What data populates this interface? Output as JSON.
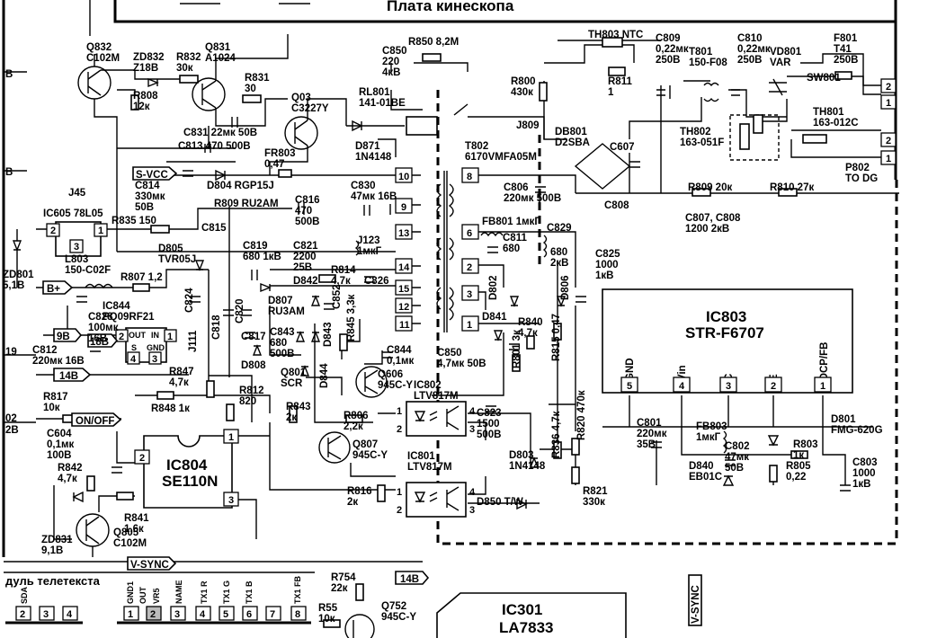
{
  "title_fragment": "Плата кинескопа",
  "teletext_module": "дуль телетекста",
  "ics": {
    "ic803": {
      "name": "IC803",
      "part": "STR-F6707",
      "pins": [
        {
          "n": "5",
          "name": "GND"
        },
        {
          "n": "4",
          "name": "Vin"
        },
        {
          "n": "3",
          "name": "C"
        },
        {
          "n": "2",
          "name": "E"
        },
        {
          "n": "1",
          "name": "OCP/FB"
        }
      ]
    },
    "ic804": {
      "name": "IC804",
      "part": "SE110N"
    },
    "ic301": {
      "name": "IC301",
      "part": "LA7833"
    }
  },
  "labels": [
    {
      "id": "q832",
      "lines": [
        "Q832",
        "C102M"
      ]
    },
    {
      "id": "zd832",
      "lines": [
        "ZD832",
        "Z18B"
      ]
    },
    {
      "id": "r832",
      "lines": [
        "R832",
        "30к"
      ]
    },
    {
      "id": "q831",
      "lines": [
        "Q831",
        "A1024"
      ]
    },
    {
      "id": "r831",
      "lines": [
        "R831",
        "30"
      ]
    },
    {
      "id": "r808",
      "lines": [
        "R808",
        "12к"
      ]
    },
    {
      "id": "q03",
      "lines": [
        "Q03",
        "C3227Y"
      ]
    },
    {
      "id": "c850",
      "lines": [
        "C850",
        "220",
        "4кВ"
      ]
    },
    {
      "id": "r850",
      "lines": [
        "R850 8,2М"
      ]
    },
    {
      "id": "rl801",
      "lines": [
        "RL801",
        "141-01BE"
      ]
    },
    {
      "id": "th803",
      "lines": [
        "TH803 NTC"
      ]
    },
    {
      "id": "r800",
      "lines": [
        "R800",
        "430к"
      ]
    },
    {
      "id": "r811",
      "lines": [
        "R811",
        "1"
      ]
    },
    {
      "id": "c809",
      "lines": [
        "C809",
        "0,22мк",
        "250В"
      ]
    },
    {
      "id": "t801",
      "lines": [
        "T801",
        "150-F08"
      ]
    },
    {
      "id": "c810",
      "lines": [
        "C810",
        "0,22мк",
        "250В"
      ]
    },
    {
      "id": "vd801",
      "lines": [
        "VD801",
        "VAR"
      ]
    },
    {
      "id": "sw801",
      "lines": [
        "SW801"
      ]
    },
    {
      "id": "f801",
      "lines": [
        "F801",
        "T41",
        "250В"
      ]
    },
    {
      "id": "th801",
      "lines": [
        "TH801",
        "163-012C"
      ]
    },
    {
      "id": "j809",
      "lines": [
        "J809"
      ]
    },
    {
      "id": "db801",
      "lines": [
        "DB801",
        "D2SBA"
      ]
    },
    {
      "id": "th802",
      "lines": [
        "TH802",
        "163-051F"
      ]
    },
    {
      "id": "c607",
      "lines": [
        "C607"
      ]
    },
    {
      "id": "p802",
      "lines": [
        "P802",
        "TO DG"
      ]
    },
    {
      "id": "c831",
      "lines": [
        "C831 22мк 50В"
      ]
    },
    {
      "id": "c813",
      "lines": [
        "C813 470 500В"
      ]
    },
    {
      "id": "fr803",
      "lines": [
        "FR803",
        "0,47"
      ]
    },
    {
      "id": "d871",
      "lines": [
        "D871",
        "1N4148"
      ]
    },
    {
      "id": "t802",
      "lines": [
        "T802",
        "6170VMFA05M"
      ]
    },
    {
      "id": "svcc",
      "lines": [
        "S-VCC"
      ]
    },
    {
      "id": "c814",
      "lines": [
        "C814",
        "330мк",
        "50В"
      ]
    },
    {
      "id": "d804",
      "lines": [
        "D804 RGP15J"
      ]
    },
    {
      "id": "r809",
      "lines": [
        "R809 RU2AM"
      ]
    },
    {
      "id": "c816",
      "lines": [
        "C816",
        "470",
        "500В"
      ]
    },
    {
      "id": "c830",
      "lines": [
        "C830",
        "47мк 16В"
      ]
    },
    {
      "id": "c806",
      "lines": [
        "C806",
        "220мк 500В"
      ]
    },
    {
      "id": "c808",
      "lines": [
        "C808"
      ]
    },
    {
      "id": "r809b",
      "lines": [
        "R809 20к"
      ]
    },
    {
      "id": "r810",
      "lines": [
        "R810 27к"
      ]
    },
    {
      "id": "c807",
      "lines": [
        "C807, C808",
        "1200 2кВ"
      ]
    },
    {
      "id": "j45",
      "lines": [
        "J45"
      ]
    },
    {
      "id": "ic605",
      "lines": [
        "IC605 78L05"
      ]
    },
    {
      "id": "r835",
      "lines": [
        "R835 150"
      ]
    },
    {
      "id": "c815",
      "lines": [
        "C815"
      ]
    },
    {
      "id": "fb801",
      "lines": [
        "FB801 1мкГ"
      ]
    },
    {
      "id": "c829",
      "lines": [
        "C829"
      ]
    },
    {
      "id": "c811",
      "lines": [
        "C811",
        "680"
      ]
    },
    {
      "id": "c829v",
      "lines": [
        "680",
        "2кВ"
      ]
    },
    {
      "id": "j123",
      "lines": [
        "J123",
        "1мкГ"
      ]
    },
    {
      "id": "zd801",
      "lines": [
        "ZD801",
        "5,1В"
      ]
    },
    {
      "id": "d805",
      "lines": [
        "D805",
        "TVR05J"
      ]
    },
    {
      "id": "c819",
      "lines": [
        "C819",
        "680 1кВ"
      ]
    },
    {
      "id": "c821",
      "lines": [
        "C821",
        "2200",
        "25В"
      ]
    },
    {
      "id": "r814",
      "lines": [
        "R814",
        "4,7к"
      ]
    },
    {
      "id": "c826",
      "lines": [
        "C826"
      ]
    },
    {
      "id": "c825",
      "lines": [
        "C825",
        "1000",
        "1кВ"
      ]
    },
    {
      "id": "l803",
      "lines": [
        "L803",
        "150-C02F"
      ]
    },
    {
      "id": "r807",
      "lines": [
        "R807 1,2"
      ]
    },
    {
      "id": "d842",
      "lines": [
        "D842"
      ]
    },
    {
      "id": "d807",
      "lines": [
        "D807",
        "RU3AM"
      ]
    },
    {
      "id": "c852",
      "lines": [
        "C852"
      ]
    },
    {
      "id": "d802",
      "lines": [
        "D802"
      ]
    },
    {
      "id": "d806",
      "lines": [
        "D806"
      ]
    },
    {
      "id": "d841",
      "lines": [
        "D841"
      ]
    },
    {
      "id": "ic844",
      "lines": [
        "IC844",
        "PQ09RF21"
      ]
    },
    {
      "id": "c824",
      "lines": [
        "C824"
      ]
    },
    {
      "id": "c828",
      "lines": [
        "C828",
        "100мк",
        "16В"
      ]
    },
    {
      "id": "c812",
      "lines": [
        "C812",
        "220мк 16В"
      ]
    },
    {
      "id": "c818",
      "lines": [
        "C818"
      ]
    },
    {
      "id": "c820",
      "lines": [
        "C820"
      ]
    },
    {
      "id": "c843",
      "lines": [
        "C843",
        "680",
        "500В"
      ]
    },
    {
      "id": "d843",
      "lines": [
        "D843"
      ]
    },
    {
      "id": "r845",
      "lines": [
        "R845 3,3к"
      ]
    },
    {
      "id": "c844",
      "lines": [
        "C844",
        "0,1мк"
      ]
    },
    {
      "id": "r840",
      "lines": [
        "R840",
        "4,7к"
      ]
    },
    {
      "id": "c817",
      "lines": [
        "C817"
      ]
    },
    {
      "id": "d808",
      "lines": [
        "D808"
      ]
    },
    {
      "id": "j111",
      "lines": [
        "J111"
      ]
    },
    {
      "id": "r847",
      "lines": [
        "R847",
        "4,7к"
      ]
    },
    {
      "id": "q801",
      "lines": [
        "Q801",
        "SCR"
      ]
    },
    {
      "id": "d844",
      "lines": [
        "D844"
      ]
    },
    {
      "id": "q606",
      "lines": [
        "Q606",
        "945C-Y"
      ]
    },
    {
      "id": "c850b",
      "lines": [
        "C850",
        "4,7мк 50В"
      ]
    },
    {
      "id": "r801",
      "lines": [
        "R801 3к"
      ]
    },
    {
      "id": "r815",
      "lines": [
        "R815 0,47"
      ]
    },
    {
      "id": "ic802",
      "lines": [
        "IC802",
        "LTV817M"
      ]
    },
    {
      "id": "r812",
      "lines": [
        "R812",
        "820"
      ]
    },
    {
      "id": "r817",
      "lines": [
        "R817",
        "10к"
      ]
    },
    {
      "id": "r848",
      "lines": [
        "R848 1к"
      ]
    },
    {
      "id": "r843",
      "lines": [
        "R843",
        "2к"
      ]
    },
    {
      "id": "r806",
      "lines": [
        "R806",
        "2,2к"
      ]
    },
    {
      "id": "c823",
      "lines": [
        "C823",
        "1500",
        "500В"
      ]
    },
    {
      "id": "c604",
      "lines": [
        "C604",
        "0,1мк",
        "100В"
      ]
    },
    {
      "id": "r842",
      "lines": [
        "R842",
        "4,7к"
      ]
    },
    {
      "id": "q807",
      "lines": [
        "Q807",
        "945C-Y"
      ]
    },
    {
      "id": "ic801",
      "lines": [
        "IC801",
        "LTV817M"
      ]
    },
    {
      "id": "d803",
      "lines": [
        "D803",
        "1N4148"
      ]
    },
    {
      "id": "r836",
      "lines": [
        "R836 4,7к"
      ]
    },
    {
      "id": "r820",
      "lines": [
        "R820 470к"
      ]
    },
    {
      "id": "c801",
      "lines": [
        "C801",
        "220мк",
        "35В"
      ]
    },
    {
      "id": "fb803",
      "lines": [
        "FB803",
        "1мкГ"
      ]
    },
    {
      "id": "c802",
      "lines": [
        "C802",
        "47мк",
        "50В"
      ]
    },
    {
      "id": "d801",
      "lines": [
        "D801",
        "FMG-620G"
      ]
    },
    {
      "id": "r803",
      "lines": [
        "R803",
        "1к"
      ]
    },
    {
      "id": "r805",
      "lines": [
        "R805",
        "0,22"
      ]
    },
    {
      "id": "c803",
      "lines": [
        "C803",
        "1000",
        "1кВ"
      ]
    },
    {
      "id": "d840",
      "lines": [
        "D840",
        "EB01C"
      ]
    },
    {
      "id": "r821",
      "lines": [
        "R821",
        "330к"
      ]
    },
    {
      "id": "r841",
      "lines": [
        "R841",
        "1,6к"
      ]
    },
    {
      "id": "zd831",
      "lines": [
        "ZD831",
        "9,1В"
      ]
    },
    {
      "id": "q805",
      "lines": [
        "Q805",
        "C102M"
      ]
    },
    {
      "id": "r816",
      "lines": [
        "R816",
        "2к"
      ]
    },
    {
      "id": "d850",
      "lines": [
        "D850 T/W"
      ]
    },
    {
      "id": "r754",
      "lines": [
        "R754",
        "22к"
      ]
    },
    {
      "id": "q752",
      "lines": [
        "Q752",
        "945C-Y"
      ]
    },
    {
      "id": "r55",
      "lines": [
        "R55",
        "10к"
      ]
    }
  ],
  "flags": [
    {
      "id": "flag-svcc",
      "text": "S-VCC"
    },
    {
      "id": "flag-bplus",
      "text": "B+"
    },
    {
      "id": "flag-9b",
      "text": "9В"
    },
    {
      "id": "flag-18b",
      "text": "18В"
    },
    {
      "id": "flag-14b",
      "text": "14В"
    },
    {
      "id": "flag-onoff",
      "text": "ON/OFF"
    },
    {
      "id": "flag-vsync",
      "text": "V-SYNC"
    },
    {
      "id": "flag-14b-bottom",
      "text": "14В"
    },
    {
      "id": "flag-vsync-vert",
      "text": "V-SYNC"
    }
  ],
  "transformer_pins": [
    "10",
    "9",
    "13",
    "14",
    "15",
    "12",
    "11",
    "8",
    "6",
    "2",
    "3",
    "1"
  ],
  "ic844_pins": [
    "OUT",
    "IN",
    "S",
    "GND",
    "4",
    "3",
    "2",
    "1"
  ],
  "ic605_pins": [
    "2",
    "3",
    "1"
  ],
  "ic804_pins": [
    "1",
    "2",
    "3"
  ],
  "ic801_pins": [
    "1",
    "2",
    "4",
    "3"
  ],
  "ic802_pins": [
    "1",
    "2",
    "4",
    "3"
  ],
  "connector_right_pins": [
    "2",
    "1",
    "2",
    "1"
  ],
  "teletext_pins": [
    "2",
    "3",
    "4",
    "1",
    "2",
    "3",
    "4",
    "5",
    "6",
    "7",
    "8"
  ],
  "teletext_pin_names": [
    "SDA",
    "GND1",
    "OUT",
    "VR5",
    "NAME",
    "TX1 R",
    "TX1 G",
    "TX1 B",
    "TX1 FB"
  ],
  "left_edge_text": [
    "В",
    "В",
    "19",
    "02",
    "2В"
  ]
}
